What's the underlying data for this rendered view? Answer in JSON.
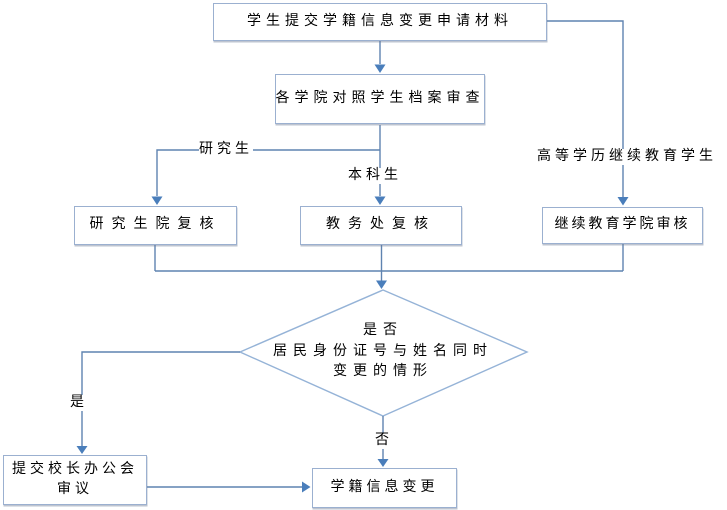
{
  "nodes": {
    "submit": {
      "label": "学生提交学籍信息变更申请材料"
    },
    "college_review": {
      "label": "各学院对照学生档案审查"
    },
    "grad_school_review": {
      "label": "研究生院复核"
    },
    "academic_affairs_review": {
      "label": "教务处复核"
    },
    "continuing_edu_review": {
      "label": "继续教育学院审核"
    },
    "decision": {
      "line1": "是否",
      "line2": "居民身份证号与姓名同时",
      "line3": "变更的情形"
    },
    "president_meeting": {
      "line1": "提交校长办公会",
      "line2": "审议"
    },
    "info_change": {
      "label": "学籍信息变更"
    }
  },
  "edge_labels": {
    "graduate": "研究生",
    "undergraduate": "本科生",
    "continuing_education": "高等学历继续教育学生",
    "yes": "是",
    "no": "否"
  },
  "colors": {
    "connector": "#5f83b0",
    "arrowhead": "#4a7ebb",
    "shape_border": "#95b3d7",
    "text": "#000000",
    "background": "#ffffff"
  }
}
